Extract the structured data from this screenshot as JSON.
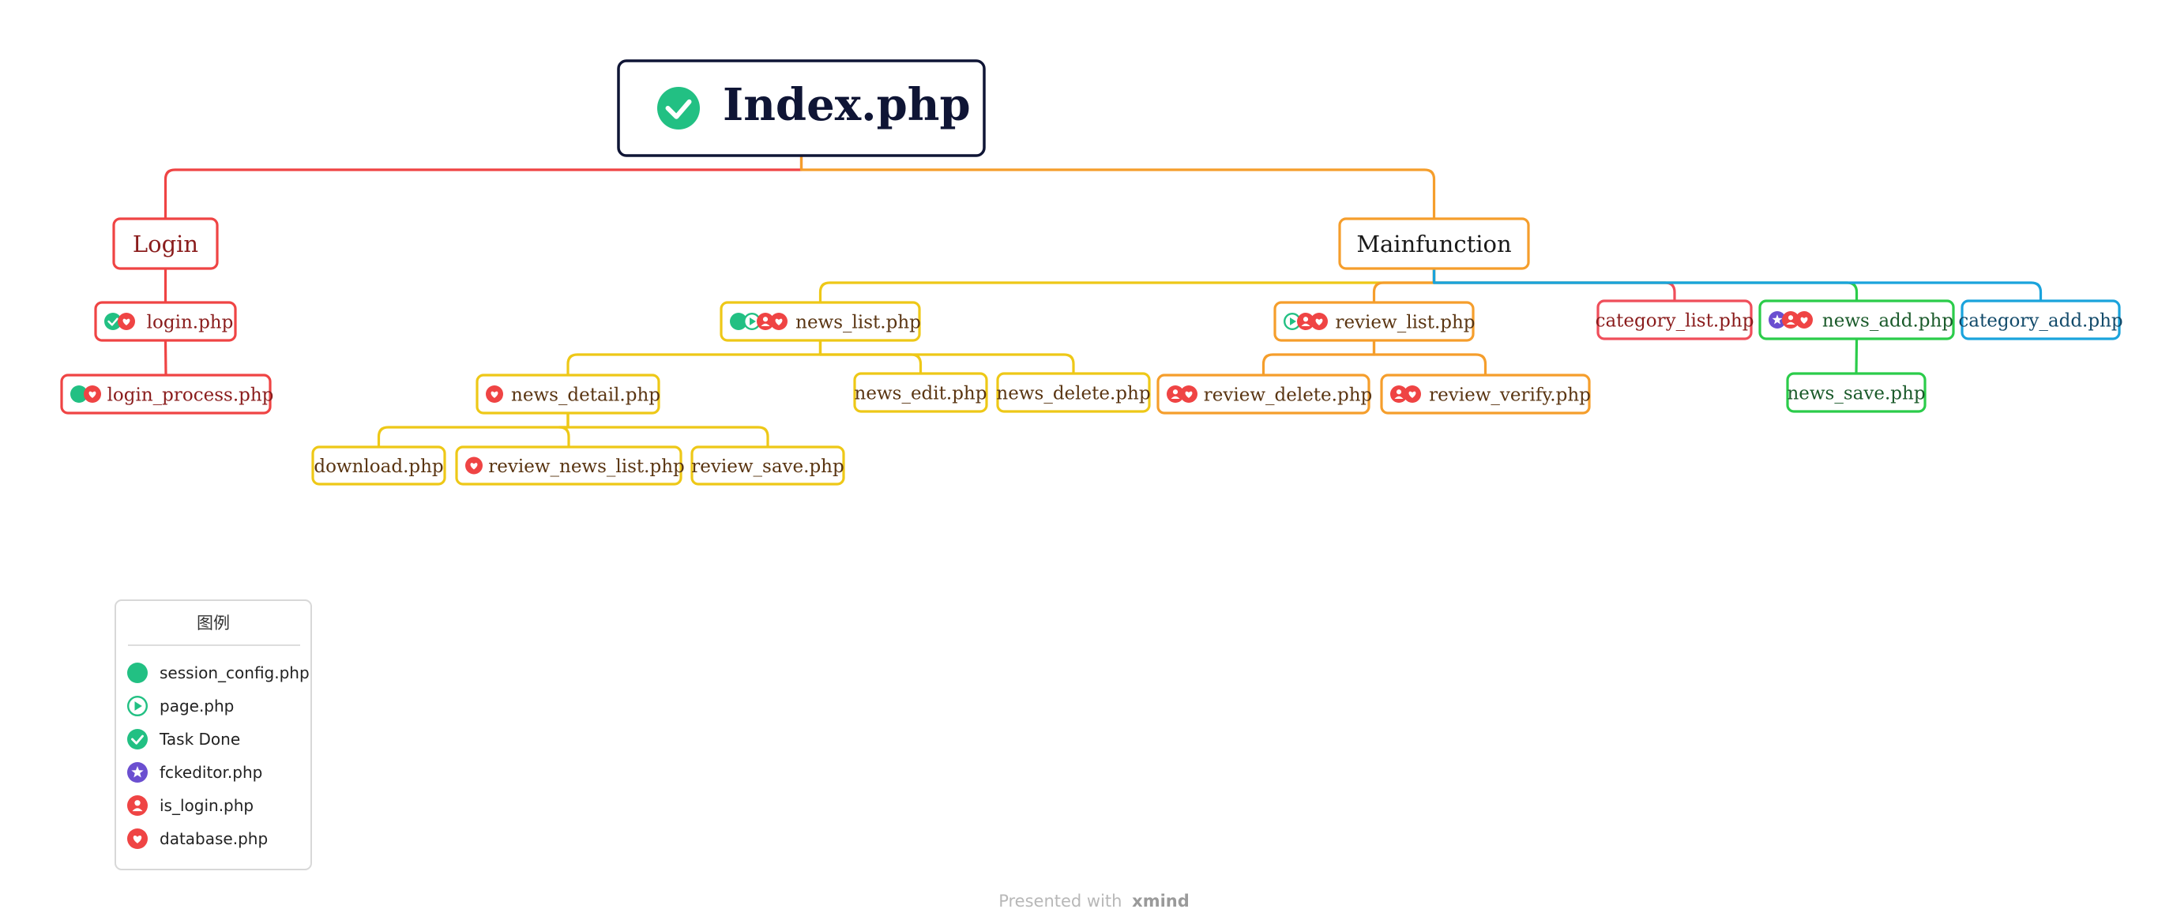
{
  "colors": {
    "root": "#0f1535",
    "login": "#ef4444",
    "news": "#eec817",
    "review": "#f59e2c",
    "category_list": "#ef4e5a",
    "news_add": "#2bcc4a",
    "category_add": "#1aa3dc",
    "green": "#22c083",
    "purple": "#6b4fd0",
    "red": "#ef4444"
  },
  "root": {
    "title": "Index.php",
    "icon": "task-done"
  },
  "nodes": [
    {
      "id": "login",
      "label": "Login",
      "branch": "login",
      "level": 1,
      "icons": []
    },
    {
      "id": "login_php",
      "label": "login.php",
      "branch": "login",
      "level": 2,
      "icons": [
        "task-done",
        "database"
      ]
    },
    {
      "id": "login_process",
      "label": "login_process.php",
      "branch": "login",
      "level": 2,
      "icons": [
        "session",
        "database"
      ]
    },
    {
      "id": "mainfunction",
      "label": "Mainfunction",
      "branch": "review",
      "level": 1,
      "icons": []
    },
    {
      "id": "news_list",
      "label": "news_list.php",
      "branch": "news",
      "level": 2,
      "icons": [
        "session",
        "page",
        "is-login",
        "database"
      ]
    },
    {
      "id": "news_detail",
      "label": "news_detail.php",
      "branch": "news",
      "level": 2,
      "icons": [
        "database"
      ]
    },
    {
      "id": "news_edit",
      "label": "news_edit.php",
      "branch": "news",
      "level": 2,
      "icons": []
    },
    {
      "id": "news_delete",
      "label": "news_delete.php",
      "branch": "news",
      "level": 2,
      "icons": []
    },
    {
      "id": "download",
      "label": "download.php",
      "branch": "news",
      "level": 2,
      "icons": []
    },
    {
      "id": "review_news_list",
      "label": "review_news_list.php",
      "branch": "news",
      "level": 2,
      "icons": [
        "database"
      ]
    },
    {
      "id": "review_save",
      "label": "review_save.php",
      "branch": "news",
      "level": 2,
      "icons": []
    },
    {
      "id": "review_list",
      "label": "review_list.php",
      "branch": "review",
      "level": 2,
      "icons": [
        "page",
        "is-login",
        "database"
      ]
    },
    {
      "id": "review_delete",
      "label": "review_delete.php",
      "branch": "review",
      "level": 2,
      "icons": [
        "is-login",
        "database"
      ]
    },
    {
      "id": "review_verify",
      "label": "review_verify.php",
      "branch": "review",
      "level": 2,
      "icons": [
        "is-login",
        "database"
      ]
    },
    {
      "id": "category_list",
      "label": "category_list.php",
      "branch": "category_list",
      "level": 2,
      "icons": []
    },
    {
      "id": "news_add",
      "label": "news_add.php",
      "branch": "news_add",
      "level": 2,
      "icons": [
        "fckeditor",
        "is-login",
        "database"
      ]
    },
    {
      "id": "news_save",
      "label": "news_save.php",
      "branch": "news_add",
      "level": 2,
      "icons": []
    },
    {
      "id": "category_add",
      "label": "category_add.php",
      "branch": "category_add",
      "level": 2,
      "icons": []
    }
  ],
  "edges": [
    [
      "root",
      "login"
    ],
    [
      "root",
      "mainfunction"
    ],
    [
      "login",
      "login_php"
    ],
    [
      "login_php",
      "login_process"
    ],
    [
      "mainfunction",
      "news_list"
    ],
    [
      "mainfunction",
      "review_list"
    ],
    [
      "mainfunction",
      "category_list"
    ],
    [
      "mainfunction",
      "news_add"
    ],
    [
      "mainfunction",
      "category_add"
    ],
    [
      "news_list",
      "news_detail"
    ],
    [
      "news_list",
      "news_edit"
    ],
    [
      "news_list",
      "news_delete"
    ],
    [
      "news_detail",
      "download"
    ],
    [
      "news_detail",
      "review_news_list"
    ],
    [
      "news_detail",
      "review_save"
    ],
    [
      "review_list",
      "review_delete"
    ],
    [
      "review_list",
      "review_verify"
    ],
    [
      "news_add",
      "news_save"
    ]
  ],
  "legend": {
    "title": "图例",
    "items": [
      {
        "icon": "session",
        "label": "session_config.php"
      },
      {
        "icon": "page",
        "label": "page.php"
      },
      {
        "icon": "task-done",
        "label": "Task Done"
      },
      {
        "icon": "fckeditor",
        "label": "fckeditor.php"
      },
      {
        "icon": "is-login",
        "label": "is_login.php"
      },
      {
        "icon": "database",
        "label": "database.php"
      }
    ]
  },
  "footer": {
    "prefix": "Presented with",
    "brand": "xmind"
  }
}
